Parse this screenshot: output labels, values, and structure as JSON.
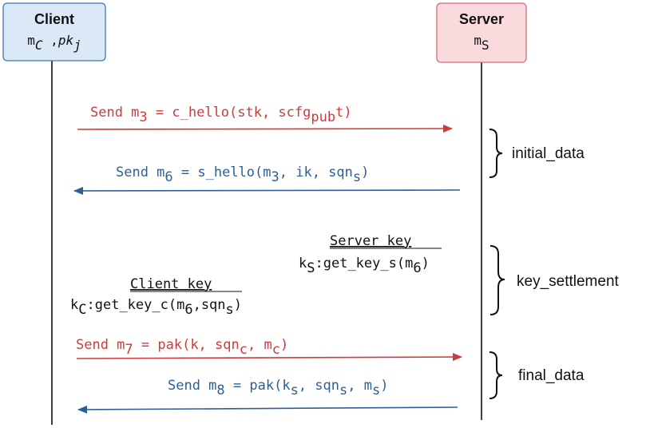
{
  "colors": {
    "red": "#d03a3a",
    "blue": "#2c5f96",
    "client_fill": "#dbe9f7",
    "client_stroke": "#3a78b5",
    "server_fill": "#fadadd",
    "server_stroke": "#d86a78",
    "line": "#111111"
  },
  "client": {
    "title": "Client",
    "m": "m",
    "m_sub": "C",
    "sep": " ,",
    "pk": "pk",
    "pk_sub": "j"
  },
  "server": {
    "title": "Server",
    "m": "m",
    "m_sub": "S"
  },
  "messages": {
    "m3": {
      "a": "Send m",
      "a_sub": "3",
      "b": " = c_hello(stk, scfg",
      "b_sub": "pub",
      "c": "t)"
    },
    "m6": {
      "a": "Send m",
      "a_sub": "6",
      "b": " = s_hello(m",
      "b_sub": "3",
      "c": ", ik, sqn",
      "c_sub": "s",
      "d": ")"
    },
    "m7": {
      "a": "Send m",
      "a_sub": "7",
      "b": " = pak(k, sqn",
      "b_sub": "c",
      "c": ", m",
      "c_sub": "c",
      "d": ")"
    },
    "m8": {
      "a": "Send m",
      "a_sub": "8",
      "b": " = pak(k",
      "b_sub": "s",
      "c": ", sqn",
      "c_sub": "s",
      "d": ", m",
      "d_sub": "s",
      "e": ")"
    }
  },
  "server_key": {
    "heading": "Server key",
    "k": "k",
    "k_sub": "S",
    "expr": ":get_key_s(m",
    "expr_sub": "6",
    "close": ")"
  },
  "client_key": {
    "heading": "Client key",
    "k": "k",
    "k_sub": "C",
    "expr": ":get_key_c(m",
    "expr_sub": "6",
    "mid": ",sqn",
    "mid_sub": "s",
    "close": ")"
  },
  "phases": {
    "initial": "initial_data",
    "settlement": "key_settlement",
    "final": "final_data"
  }
}
